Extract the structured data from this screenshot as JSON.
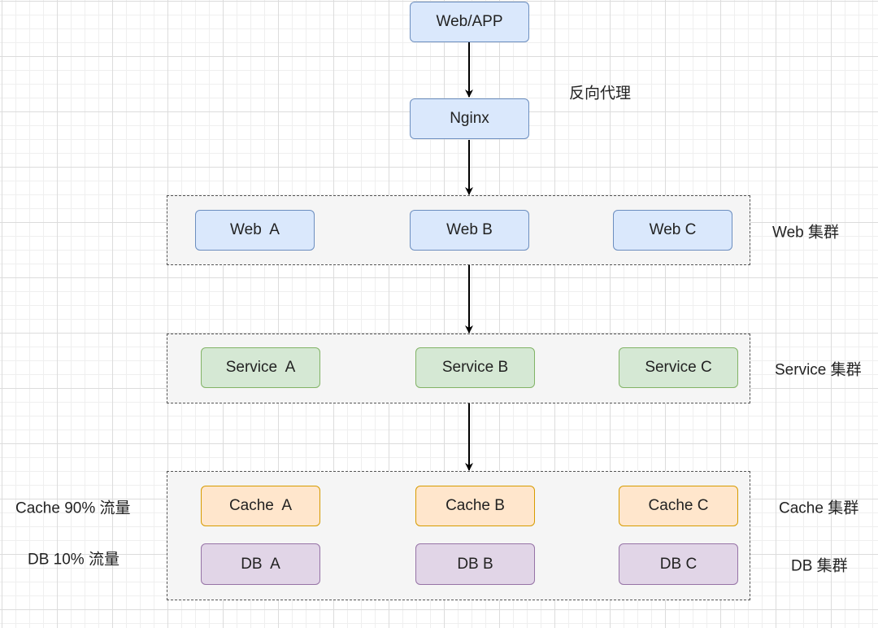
{
  "nodes": {
    "client": "Web/APP",
    "proxy": "Nginx",
    "web_a": "Web  A",
    "web_b": "Web B",
    "web_c": "Web C",
    "service_a": "Service  A",
    "service_b": "Service B",
    "service_c": "Service C",
    "cache_a": "Cache  A",
    "cache_b": "Cache B",
    "cache_c": "Cache C",
    "db_a": "DB  A",
    "db_b": "DB B",
    "db_c": "DB C"
  },
  "labels": {
    "reverse_proxy": "反向代理",
    "web_cluster": "Web 集群",
    "service_cluster": "Service 集群",
    "cache_cluster": "Cache 集群",
    "db_cluster": "DB 集群",
    "cache_traffic": "Cache 90% 流量",
    "db_traffic": "DB 10% 流量"
  },
  "colors": {
    "web": "#dae8fc",
    "service": "#d5e8d4",
    "cache": "#ffe6cc",
    "db": "#e1d5e7",
    "arrow": "#000000"
  }
}
